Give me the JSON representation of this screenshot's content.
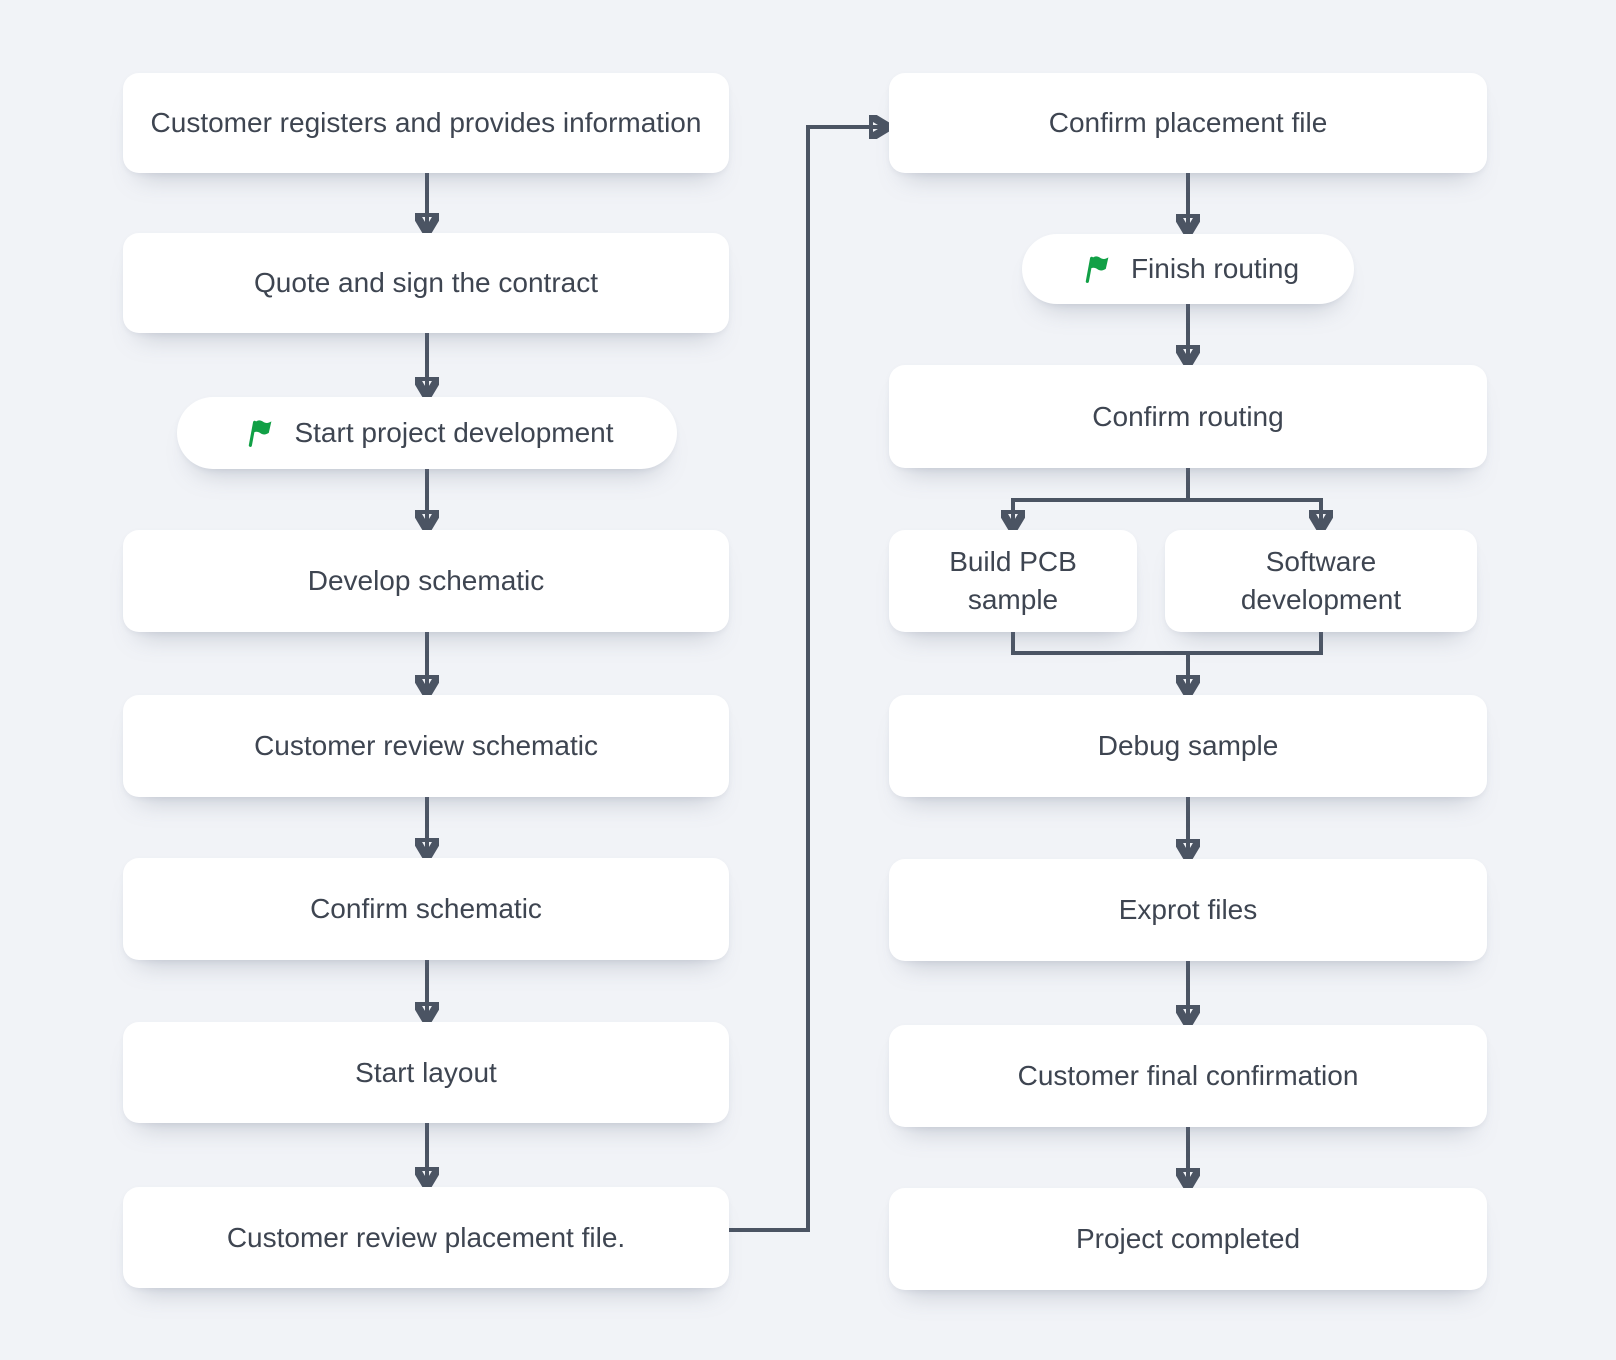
{
  "palette": {
    "background": "#f1f3f7",
    "node_fill": "#ffffff",
    "text_color": "#3e4551",
    "connector_color": "#4b5463",
    "flag_green": "#11a046"
  },
  "nodes": {
    "l1": {
      "label": "Customer registers and provides information"
    },
    "l2": {
      "label": "Quote and sign the contract"
    },
    "l3": {
      "label": "Start project development",
      "icon": "flag-icon"
    },
    "l4": {
      "label": "Develop schematic"
    },
    "l5": {
      "label": "Customer review schematic"
    },
    "l6": {
      "label": "Confirm schematic"
    },
    "l7": {
      "label": "Start layout"
    },
    "l8": {
      "label": "Customer review placement file."
    },
    "r1": {
      "label": "Confirm placement file"
    },
    "r2": {
      "label": "Finish routing",
      "icon": "flag-icon"
    },
    "r3": {
      "label": "Confirm routing"
    },
    "r4": {
      "label": "Build PCB sample"
    },
    "r5": {
      "label": "Software development"
    },
    "r6": {
      "label": "Debug sample"
    },
    "r7": {
      "label": "Exprot files"
    },
    "r8": {
      "label": "Customer final confirmation"
    },
    "r9": {
      "label": "Project completed"
    }
  }
}
